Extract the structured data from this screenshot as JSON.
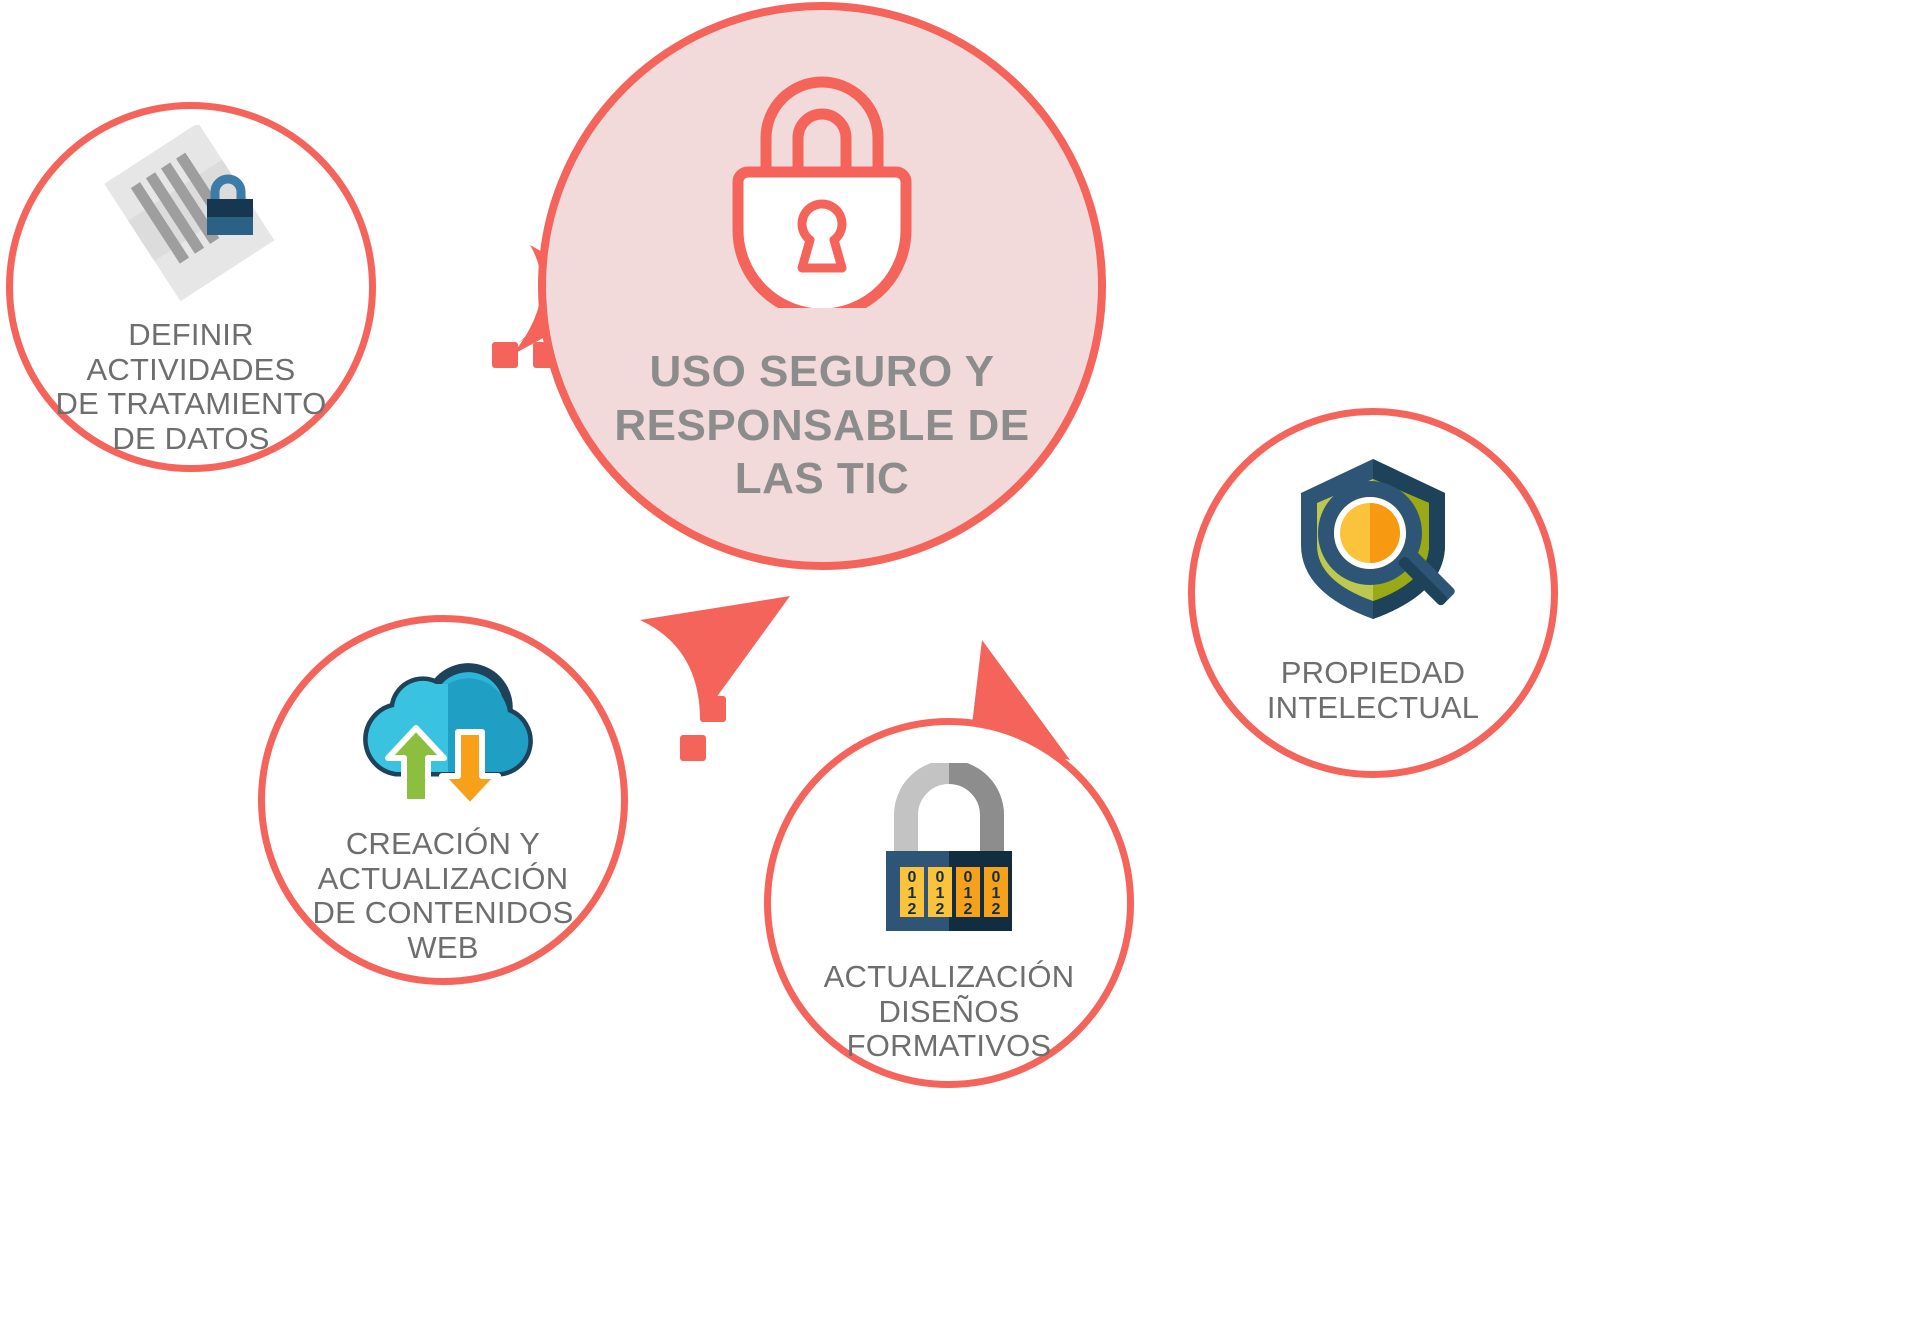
{
  "diagram": {
    "title": "USO SEGURO Y RESPONSABLE DE LAS TIC",
    "colors": {
      "accent": "#f4645a",
      "center_fill": "#f2dada",
      "center_text": "#8c8c8c",
      "node_text": "#6e6e6e",
      "background": "#ffffff"
    },
    "center": {
      "label": "USO SEGURO Y\nRESPONSABLE DE\nLAS TIC",
      "icon": "padlock-icon"
    },
    "nodes": [
      {
        "id": "definir",
        "label": "DEFINIR\nACTIVIDADES\nDE TRATAMIENTO\nDE DATOS",
        "icon": "document-lock-icon"
      },
      {
        "id": "creacion",
        "label": "CREACIÓN Y\nACTUALIZACIÓN\nDE CONTENIDOS\nWEB",
        "icon": "cloud-sync-icon"
      },
      {
        "id": "disenos",
        "label": "ACTUALIZACIÓN\nDISEÑOS\nFORMATIVOS",
        "icon": "combination-lock-icon"
      },
      {
        "id": "propiedad",
        "label": "PROPIEDAD\nINTELECTUAL",
        "icon": "shield-magnifier-icon"
      }
    ],
    "combination_lock_dials": [
      "0 1 2",
      "0 1 2",
      "0 1 2",
      "0 1 2"
    ]
  }
}
